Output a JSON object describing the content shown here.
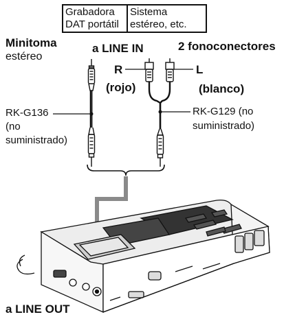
{
  "figure": {
    "boxes": {
      "dat_recorder": [
        "Grabadora",
        "DAT portátil"
      ],
      "stereo_system": [
        "Sistema",
        "estéreo, etc."
      ]
    },
    "labels": {
      "stereo_miniplug": [
        "Minitoma",
        "estéreo"
      ],
      "line_in": "a LINE IN",
      "two_phono_plugs": "2 fonoconectores",
      "right_channel": [
        "R",
        "(rojo)"
      ],
      "left_channel": [
        "L",
        "(blanco)"
      ],
      "cable_rk_g136": [
        "RK-G136",
        "(no",
        "suministrado)"
      ],
      "cable_rk_g129": [
        "RK-G129 (no",
        "suministrado)"
      ],
      "line_out": "a LINE OUT"
    }
  }
}
